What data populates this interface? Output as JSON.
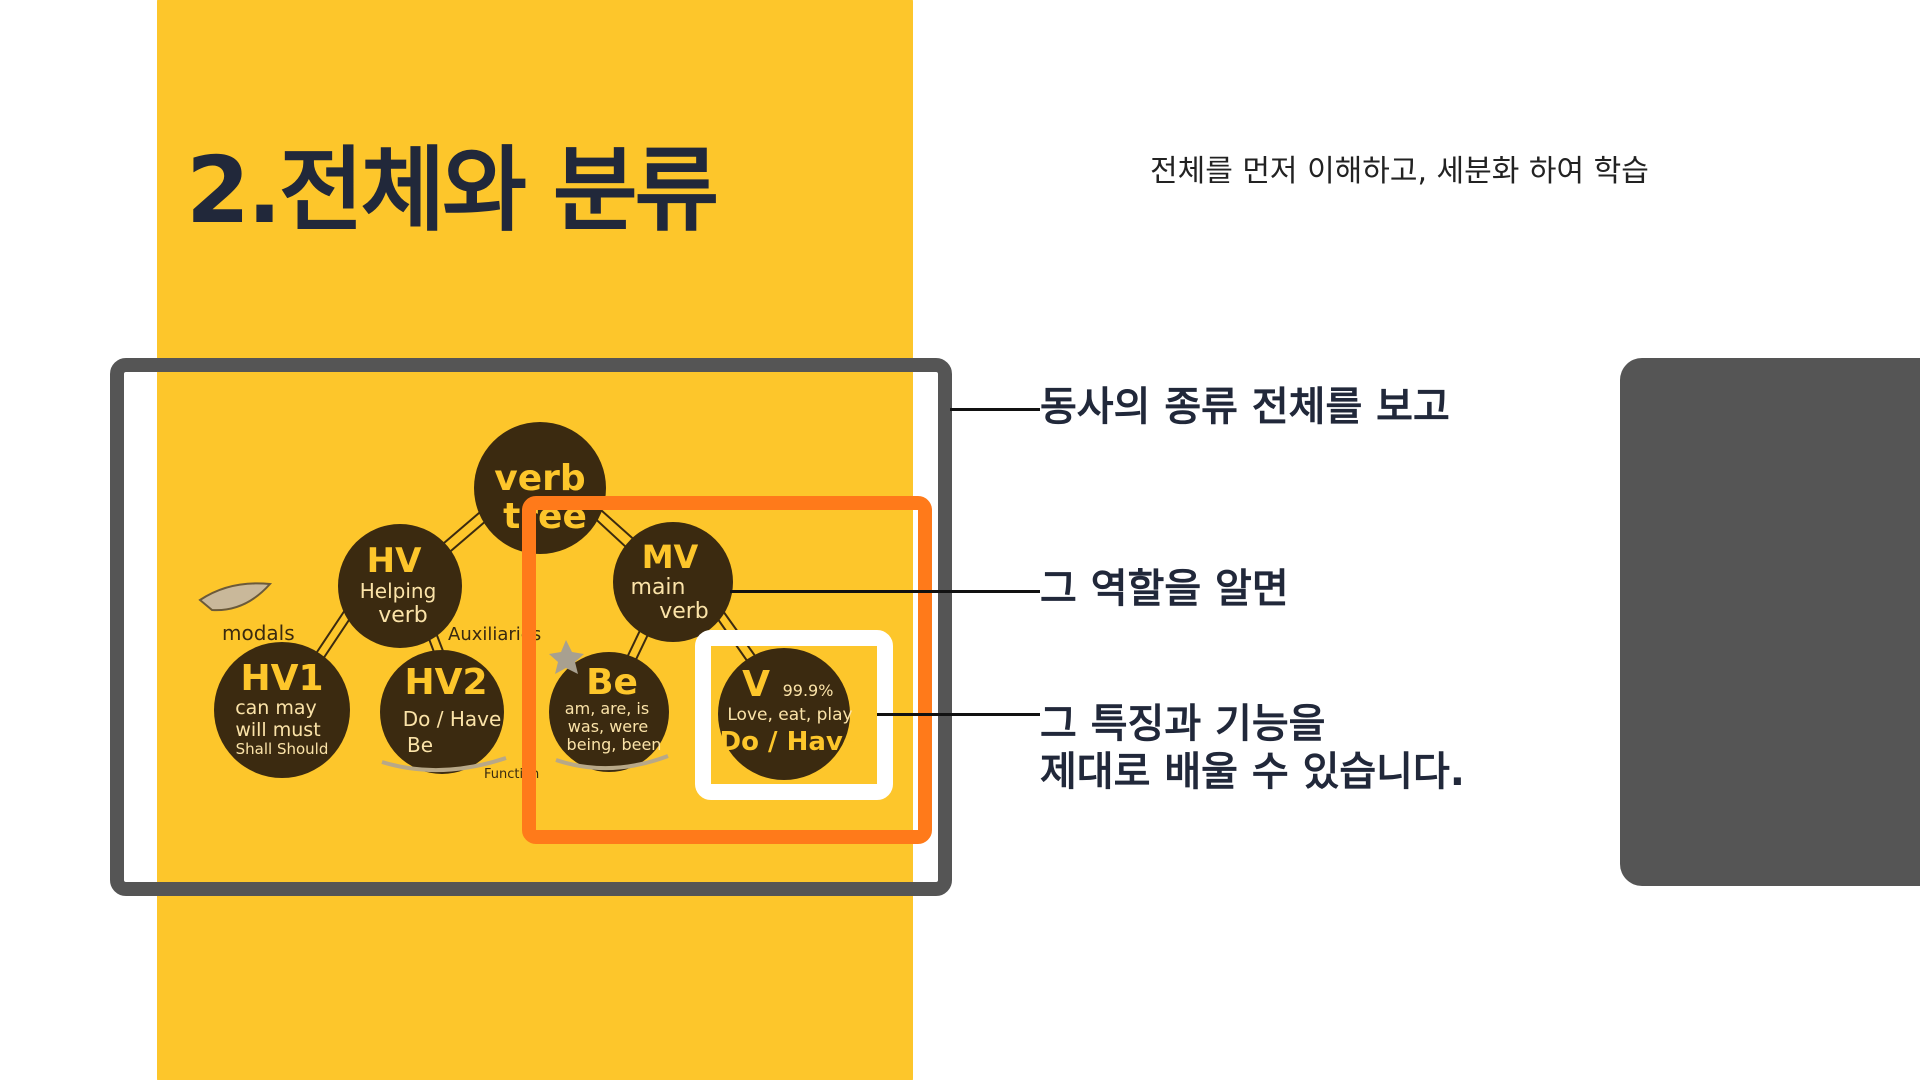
{
  "title": "2.전체와 분류",
  "subtitle": "전체를 먼저 이해하고, 세분화 하여 학습",
  "callouts": [
    "동사의 종류 전체를 보고",
    "그 역할을 알면",
    "그 특징과 기능을",
    "제대로 배울 수 있습니다."
  ],
  "tree": {
    "root": {
      "line1": "verb",
      "line2": "tree"
    },
    "hv": {
      "line1": "HV",
      "line2": "Helping",
      "line3": "verb"
    },
    "mv": {
      "line1": "MV",
      "line2": "main",
      "line3": "verb"
    },
    "hv1": {
      "line1": "HV1",
      "line2": "can may",
      "line3": "will must",
      "line4": "Shall Should"
    },
    "hv2": {
      "line1": "HV2",
      "line2": "Do / Have",
      "line3": "Be"
    },
    "be": {
      "line1": "Be",
      "line2": "am, are, is",
      "line3": "was, were",
      "line4": "being, been"
    },
    "v": {
      "line1": "V",
      "line1b": "99.9%",
      "line2": "Love, eat, play",
      "line3": "Do / Have"
    },
    "modals": "modals",
    "auxiliaries": "Auxiliaries",
    "function": "Function"
  },
  "colors": {
    "yellow": "#FDC62B",
    "navy": "#21283A",
    "gray": "#555555",
    "orange": "#FF7A1A",
    "node": "#3B2A10"
  }
}
